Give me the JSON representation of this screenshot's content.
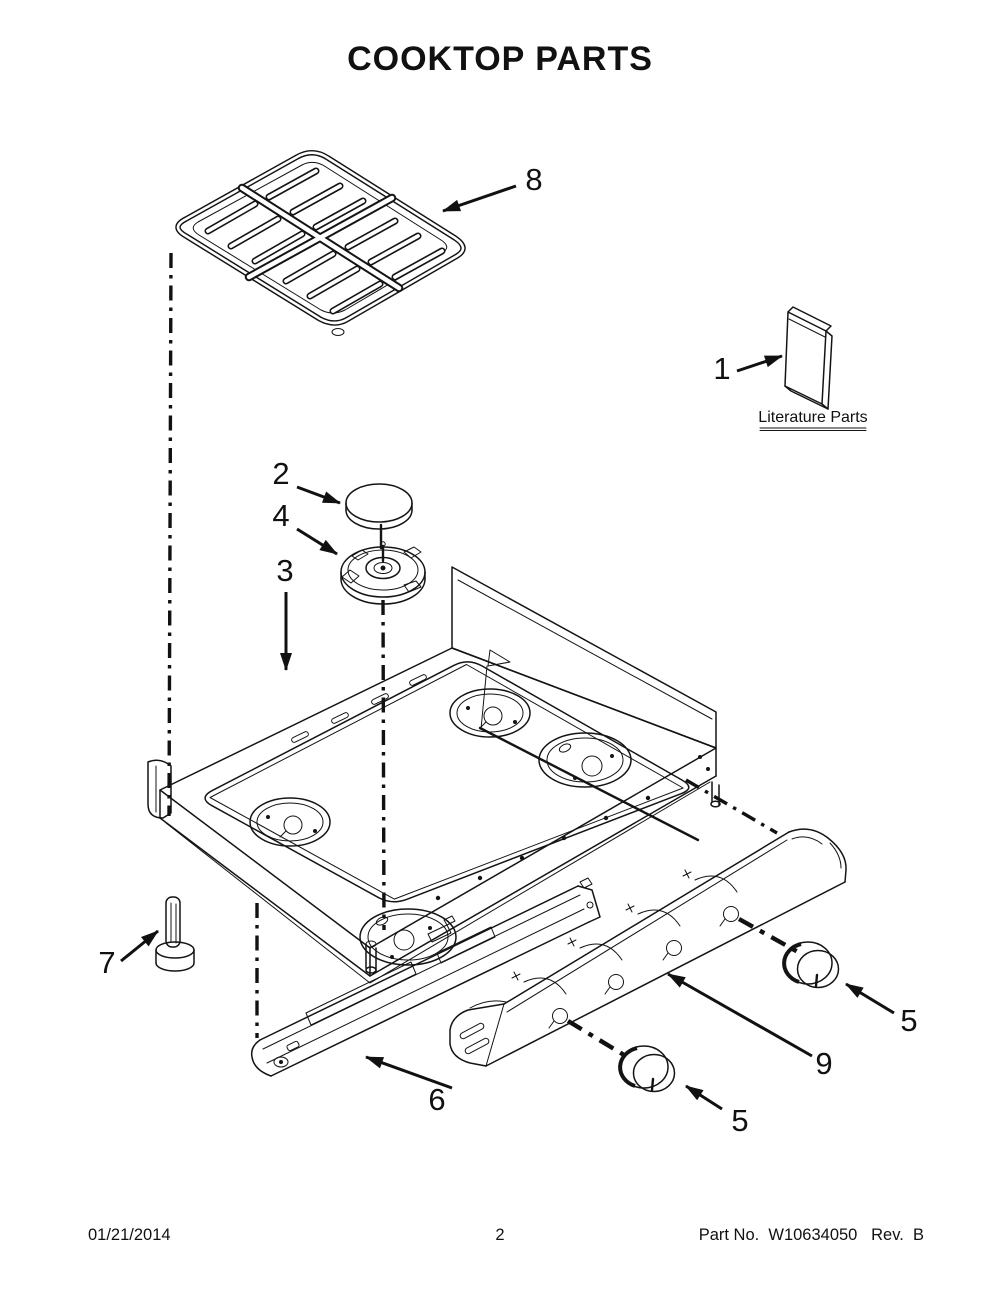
{
  "title": "COOKTOP PARTS",
  "diagram": {
    "literature_label": "Literature Parts",
    "callouts": {
      "c1": "1",
      "c2": "2",
      "c3": "3",
      "c4": "4",
      "c5a": "5",
      "c5b": "5",
      "c6": "6",
      "c7": "7",
      "c8": "8",
      "c9": "9"
    }
  },
  "footer": {
    "date": "01/21/2014",
    "page": "2",
    "part_no": "Part No.  W10634050   Rev.  B"
  }
}
